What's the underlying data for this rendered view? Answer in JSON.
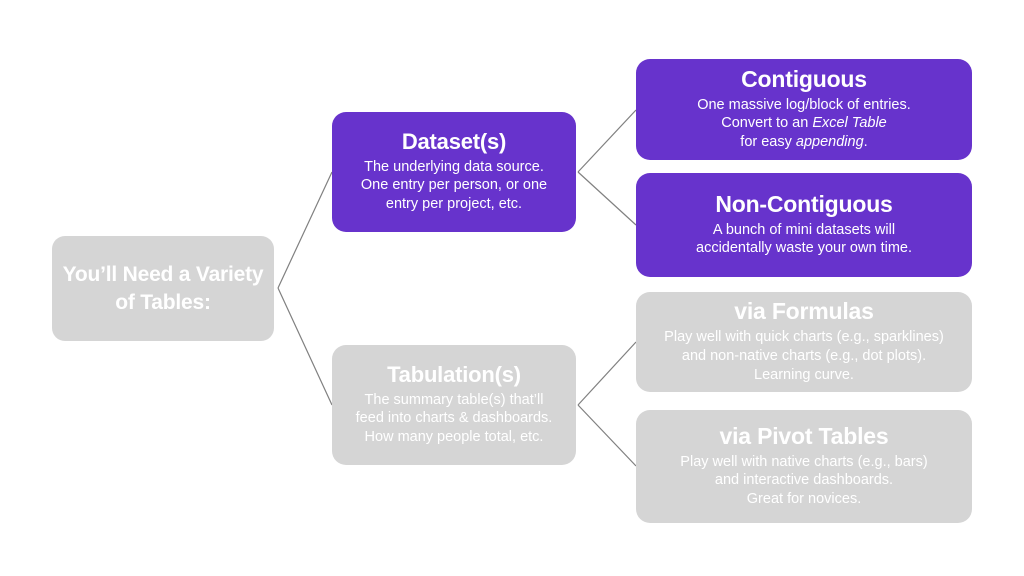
{
  "diagram": {
    "type": "tree",
    "background_color": "#ffffff",
    "colors": {
      "purple": "#6733cc",
      "gray": "#d5d5d5",
      "text": "#ffffff",
      "connector": "#808080"
    },
    "root": {
      "title": "You’ll Need a Variety of Tables:",
      "style": "gray"
    },
    "branches": [
      {
        "title": "Dataset(s)",
        "desc_lines": [
          "The underlying data source.",
          "One entry per person, or one",
          "entry per project, etc."
        ],
        "style": "purple",
        "children": [
          {
            "title": "Contiguous",
            "desc_lines": [
              "One massive log/block of entries.",
              "Convert to an Excel Table",
              "for easy appending."
            ],
            "italic_terms": [
              "Excel Table",
              "appending"
            ],
            "style": "purple"
          },
          {
            "title": "Non-Contiguous",
            "desc_lines": [
              "A bunch of mini datasets will",
              "accidentally waste your own time."
            ],
            "style": "purple"
          }
        ]
      },
      {
        "title": "Tabulation(s)",
        "desc_lines": [
          "The summary table(s) that’ll",
          "feed into charts & dashboards.",
          "How many people total, etc."
        ],
        "style": "gray",
        "children": [
          {
            "title": "via Formulas",
            "desc_lines": [
              "Play well with quick charts (e.g., sparklines)",
              "and non-native charts (e.g., dot plots).",
              "Learning curve."
            ],
            "style": "gray"
          },
          {
            "title": "via Pivot Tables",
            "desc_lines": [
              "Play well with native charts (e.g., bars)",
              "and interactive dashboards.",
              "Great for novices."
            ],
            "style": "gray"
          }
        ]
      }
    ]
  }
}
